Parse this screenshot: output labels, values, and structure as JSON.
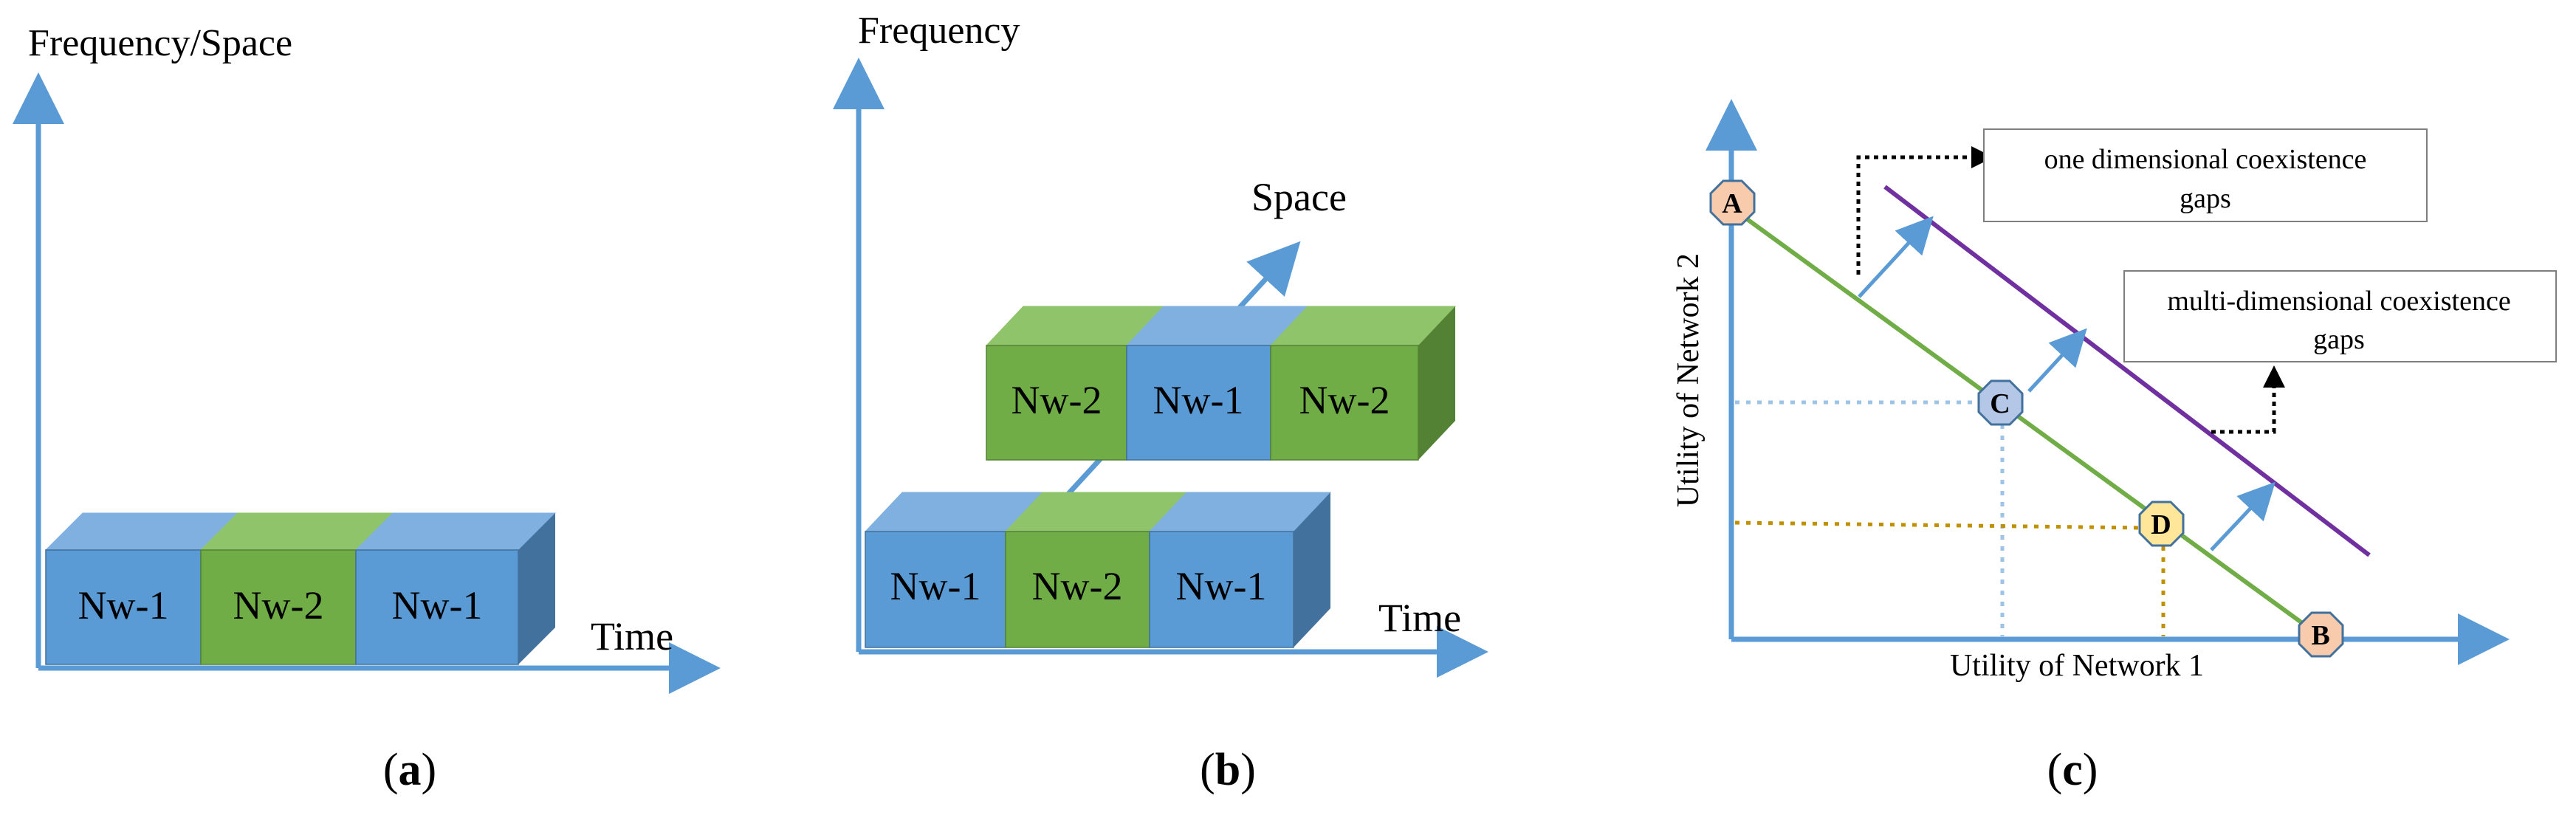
{
  "panel_a": {
    "y_axis_label": "Frequency/Space",
    "x_axis_label": "Time",
    "blocks": [
      "Nw-1",
      "Nw-2",
      "Nw-1"
    ],
    "caption_open": "(",
    "caption_letter": "a",
    "caption_close": ")"
  },
  "panel_b": {
    "y_axis_label": "Frequency",
    "z_axis_label": "Space",
    "x_axis_label": "Time",
    "top_blocks": [
      "Nw-2",
      "Nw-1",
      "Nw-2"
    ],
    "bottom_blocks": [
      "Nw-1",
      "Nw-2",
      "Nw-1"
    ],
    "caption_open": "(",
    "caption_letter": "b",
    "caption_close": ")"
  },
  "panel_c": {
    "x_axis_label": "Utility of Network 1",
    "y_axis_label": "Utility of Network 2",
    "points": [
      "A",
      "B",
      "C",
      "D"
    ],
    "box_one_line1": "one dimensional coexistence",
    "box_one_line2": "gaps",
    "box_multi_line1": "multi-dimensional coexistence",
    "box_multi_line2": "gaps",
    "caption_open": "(",
    "caption_letter": "c",
    "caption_close": ")"
  },
  "colors": {
    "axis_blue": "#5B9BD5",
    "block_blue_front": "#5B9BD5",
    "block_blue_top": "#7FB0E0",
    "block_blue_side": "#41719C",
    "block_green_front": "#70AD47",
    "block_green_top": "#8FC46A",
    "block_green_side": "#548235",
    "green_line": "#70AD47",
    "purple_line": "#7030A0",
    "point_A_B_fill": "#F8CBAD",
    "point_C_fill": "#B4C7E7",
    "point_D_fill": "#FFE699",
    "dotted_blue": "#9DC3E6",
    "dotted_gold": "#BF9000"
  }
}
